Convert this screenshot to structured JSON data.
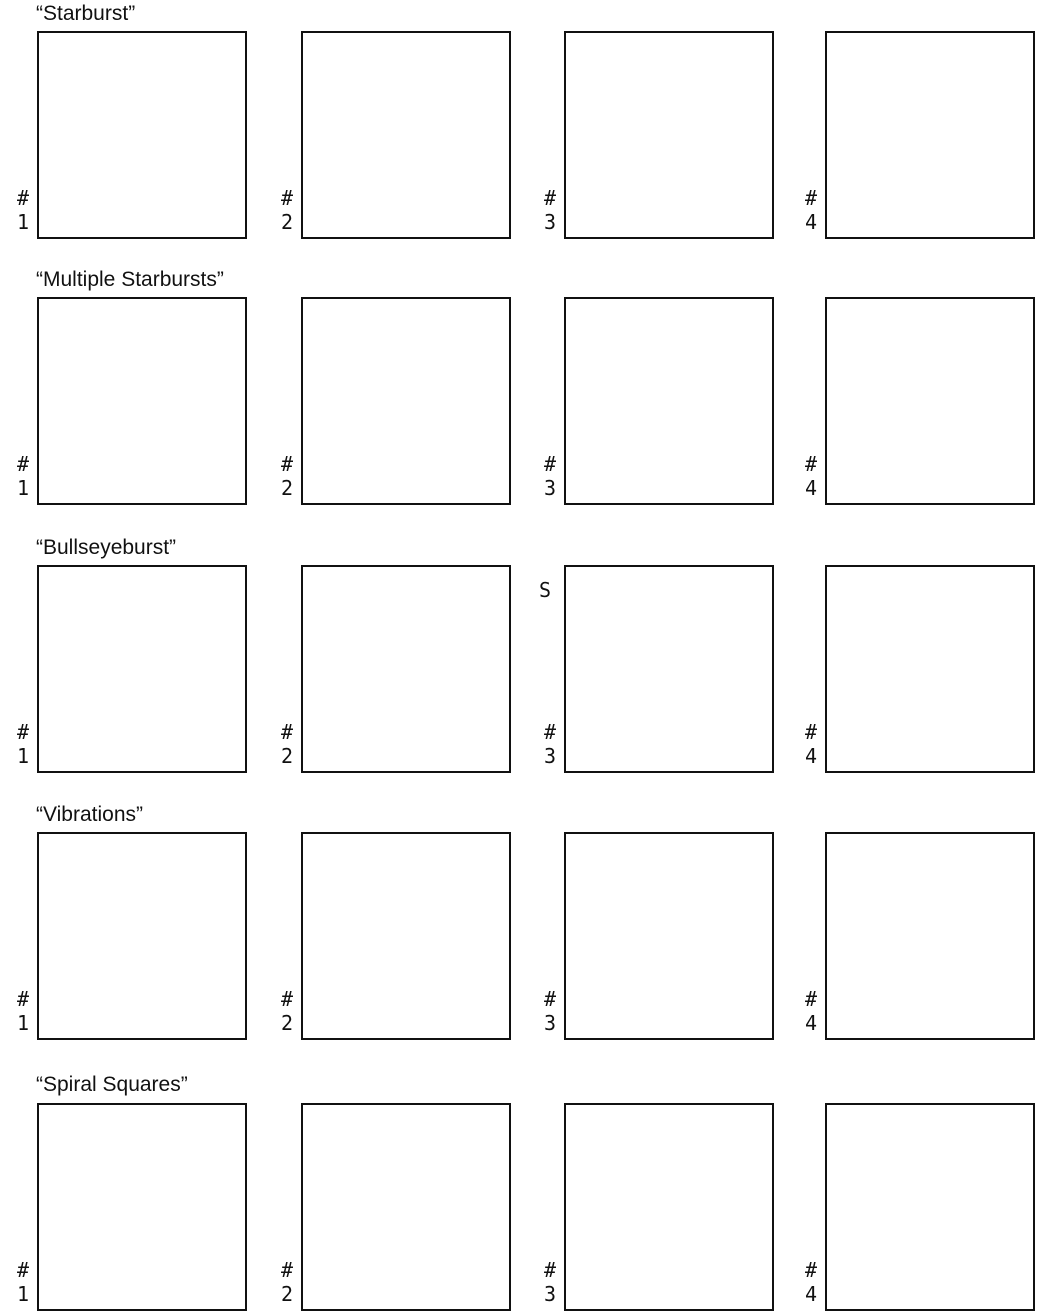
{
  "rows": [
    {
      "title": "“Starburst”",
      "steps": [
        "#\n1",
        "#\n2",
        "#\n3",
        "#\n4"
      ]
    },
    {
      "title": "“Multiple Starbursts”",
      "steps": [
        "#\n1",
        "#\n2",
        "#\n3",
        "#\n4"
      ]
    },
    {
      "title": "“Bullseyeburst”",
      "steps": [
        "#\n1",
        "#\n2",
        "#\n3",
        "#\n4"
      ]
    },
    {
      "title": "“Vibrations”",
      "steps": [
        "#\n1",
        "#\n2",
        "#\n3",
        "#\n4"
      ]
    },
    {
      "title": "“Spiral Squares”",
      "steps": [
        "#\n1",
        "#\n2",
        "#\n3",
        "#\n4"
      ]
    }
  ],
  "bullseye_start_label": "S",
  "colors": {
    "ink": "#111111",
    "paper": "#ffffff"
  }
}
